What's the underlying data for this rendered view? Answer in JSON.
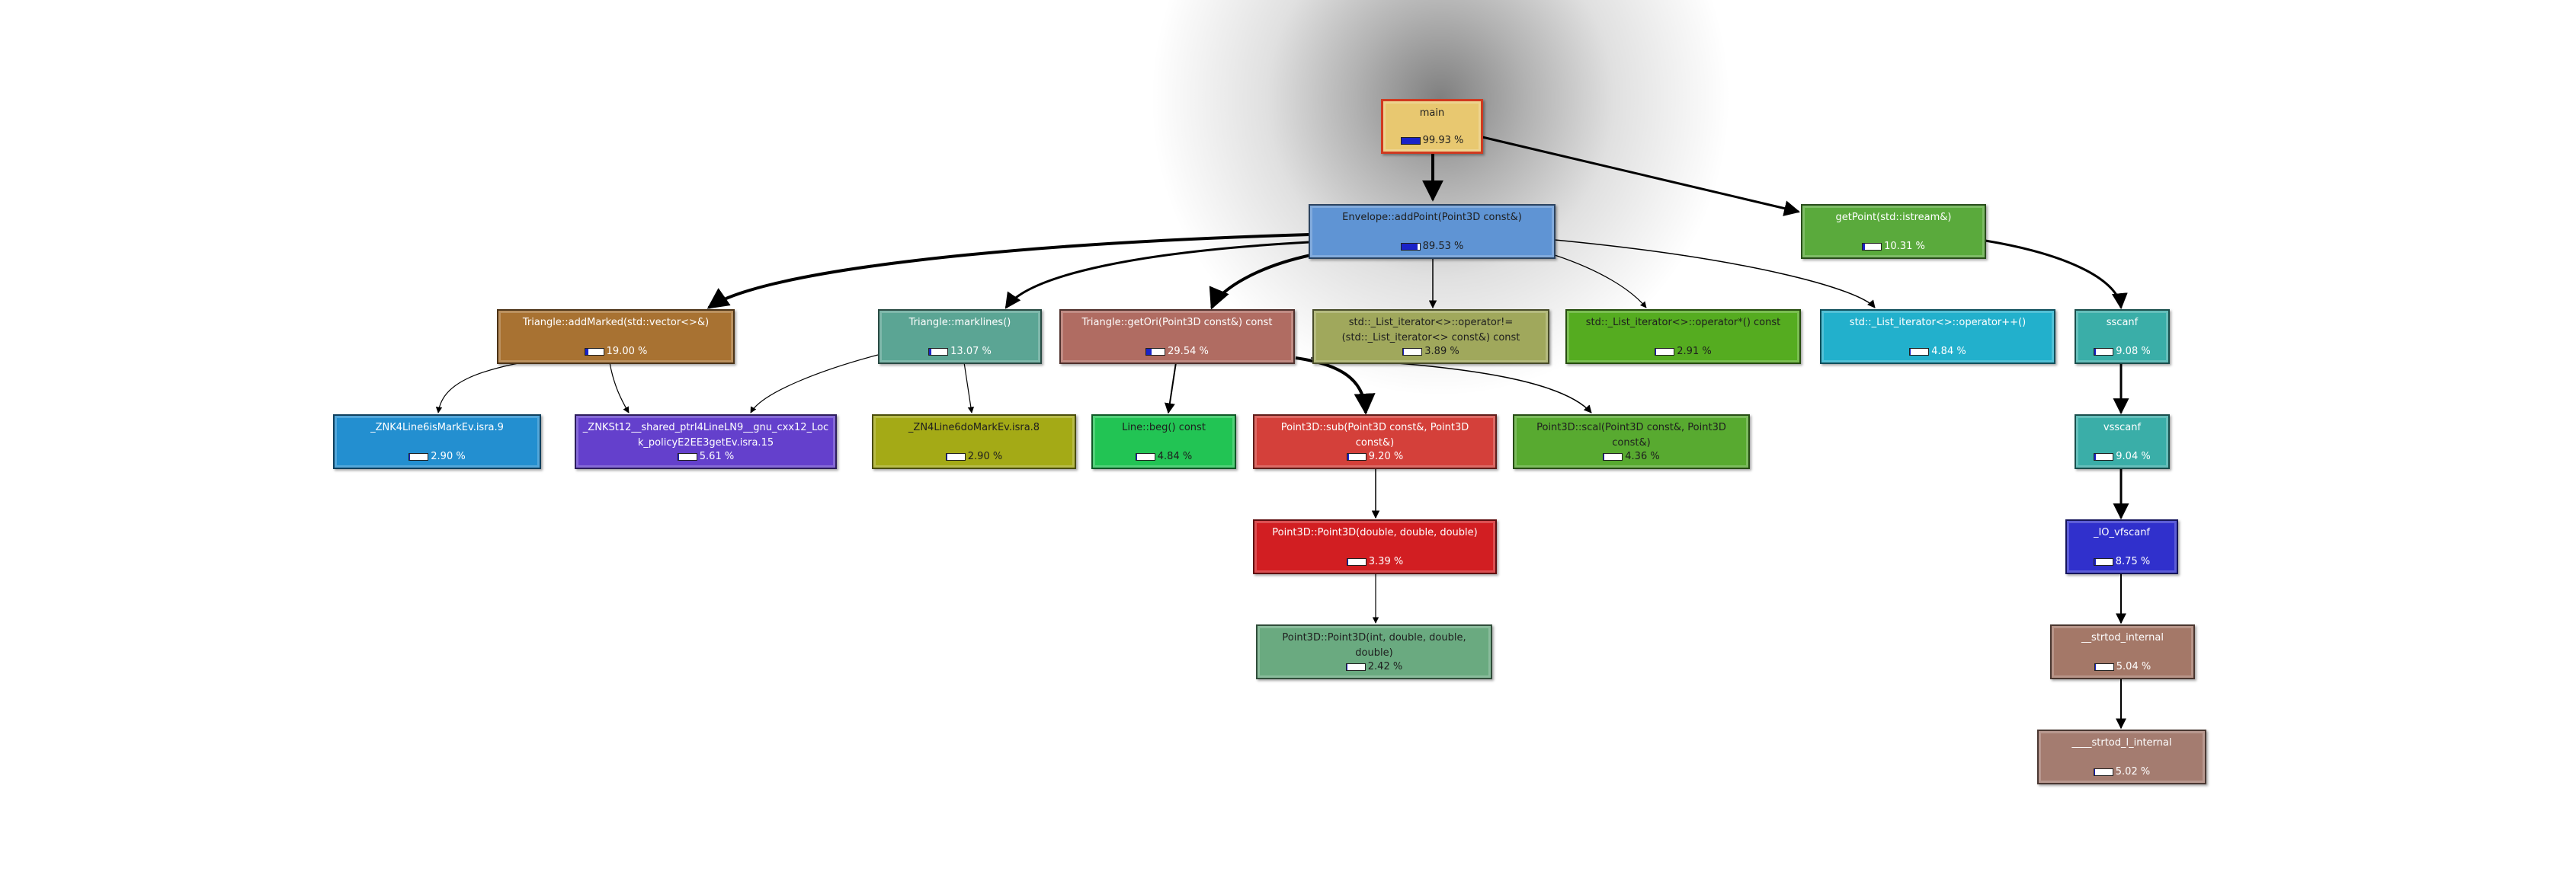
{
  "graph": {
    "nodes": [
      {
        "id": "main",
        "name": "main",
        "cost": "99.93 %",
        "fraction": 0.9993,
        "color": "#e8c870",
        "text": "dark",
        "highlight": true
      },
      {
        "id": "addpoint",
        "name": "Envelope::addPoint(Point3D const&)",
        "cost": "89.53 %",
        "fraction": 0.8953,
        "color": "#5f94d4",
        "text": "dark"
      },
      {
        "id": "getpoint",
        "name": "getPoint(std::istream&)",
        "cost": "10.31 %",
        "fraction": 0.1031,
        "color": "#5aaa3c",
        "text": "light"
      },
      {
        "id": "addmarked",
        "name": "Triangle::addMarked(std::vector<>&)",
        "cost": "19.00 %",
        "fraction": 0.19,
        "color": "#a87232",
        "text": "light"
      },
      {
        "id": "marklines",
        "name": "Triangle::marklines()",
        "cost": "13.07 %",
        "fraction": 0.1307,
        "color": "#5ba594",
        "text": "light"
      },
      {
        "id": "getori",
        "name": "Triangle::getOri(Point3D const&) const",
        "cost": "29.54 %",
        "fraction": 0.2954,
        "color": "#b06c62",
        "text": "light"
      },
      {
        "id": "listne",
        "name": "std::_List_iterator<>::operator!=(std::_List_iterator<> const&) const",
        "cost": "3.89 %",
        "fraction": 0.0389,
        "color": "#a0a85c",
        "text": "dark"
      },
      {
        "id": "liststar",
        "name": "std::_List_iterator<>::operator*() const",
        "cost": "2.91 %",
        "fraction": 0.0291,
        "color": "#55ac20",
        "text": "dark"
      },
      {
        "id": "listinc",
        "name": "std::_List_iterator<>::operator++()",
        "cost": "4.84 %",
        "fraction": 0.0484,
        "color": "#22b0cc",
        "text": "light"
      },
      {
        "id": "sscanf",
        "name": "sscanf",
        "cost": "9.08 %",
        "fraction": 0.0908,
        "color": "#3aaea8",
        "text": "light"
      },
      {
        "id": "ismark",
        "name": "_ZNK4Line6isMarkEv.isra.9",
        "cost": "2.90 %",
        "fraction": 0.029,
        "color": "#238fd0",
        "text": "light"
      },
      {
        "id": "sharedptr",
        "name": "_ZNKSt12__shared_ptrI4LineLN9__gnu_cxx12_Lock_policyE2EE3getEv.isra.15",
        "cost": "5.61 %",
        "fraction": 0.0561,
        "color": "#6440cc",
        "text": "light"
      },
      {
        "id": "domark",
        "name": "_ZN4Line6doMarkEv.isra.8",
        "cost": "2.90 %",
        "fraction": 0.029,
        "color": "#a4aa16",
        "text": "dark"
      },
      {
        "id": "linebeg",
        "name": "Line::beg() const",
        "cost": "4.84 %",
        "fraction": 0.0484,
        "color": "#22c454",
        "text": "dark"
      },
      {
        "id": "sub",
        "name": "Point3D::sub(Point3D const&, Point3D const&)",
        "cost": "9.20 %",
        "fraction": 0.092,
        "color": "#d4403a",
        "text": "light"
      },
      {
        "id": "scal",
        "name": "Point3D::scal(Point3D const&, Point3D const&)",
        "cost": "4.36 %",
        "fraction": 0.0436,
        "color": "#58aa30",
        "text": "dark"
      },
      {
        "id": "vsscanf",
        "name": "vsscanf",
        "cost": "9.04 %",
        "fraction": 0.0904,
        "color": "#3aaea8",
        "text": "light"
      },
      {
        "id": "ctor3",
        "name": "Point3D::Point3D(double, double, double)",
        "cost": "3.39 %",
        "fraction": 0.0339,
        "color": "#d21e22",
        "text": "light"
      },
      {
        "id": "iovfscanf",
        "name": "_IO_vfscanf",
        "cost": "8.75 %",
        "fraction": 0.0875,
        "color": "#3030cc",
        "text": "light"
      },
      {
        "id": "ctor4",
        "name": "Point3D::Point3D(int, double, double, double)",
        "cost": "2.42 %",
        "fraction": 0.0242,
        "color": "#6aaa80",
        "text": "dark"
      },
      {
        "id": "strtod",
        "name": "__strtod_internal",
        "cost": "5.04 %",
        "fraction": 0.0504,
        "color": "#a47868",
        "text": "light"
      },
      {
        "id": "strtodl",
        "name": "____strtod_l_internal",
        "cost": "5.02 %",
        "fraction": 0.0502,
        "color": "#a47c70",
        "text": "light"
      }
    ]
  }
}
